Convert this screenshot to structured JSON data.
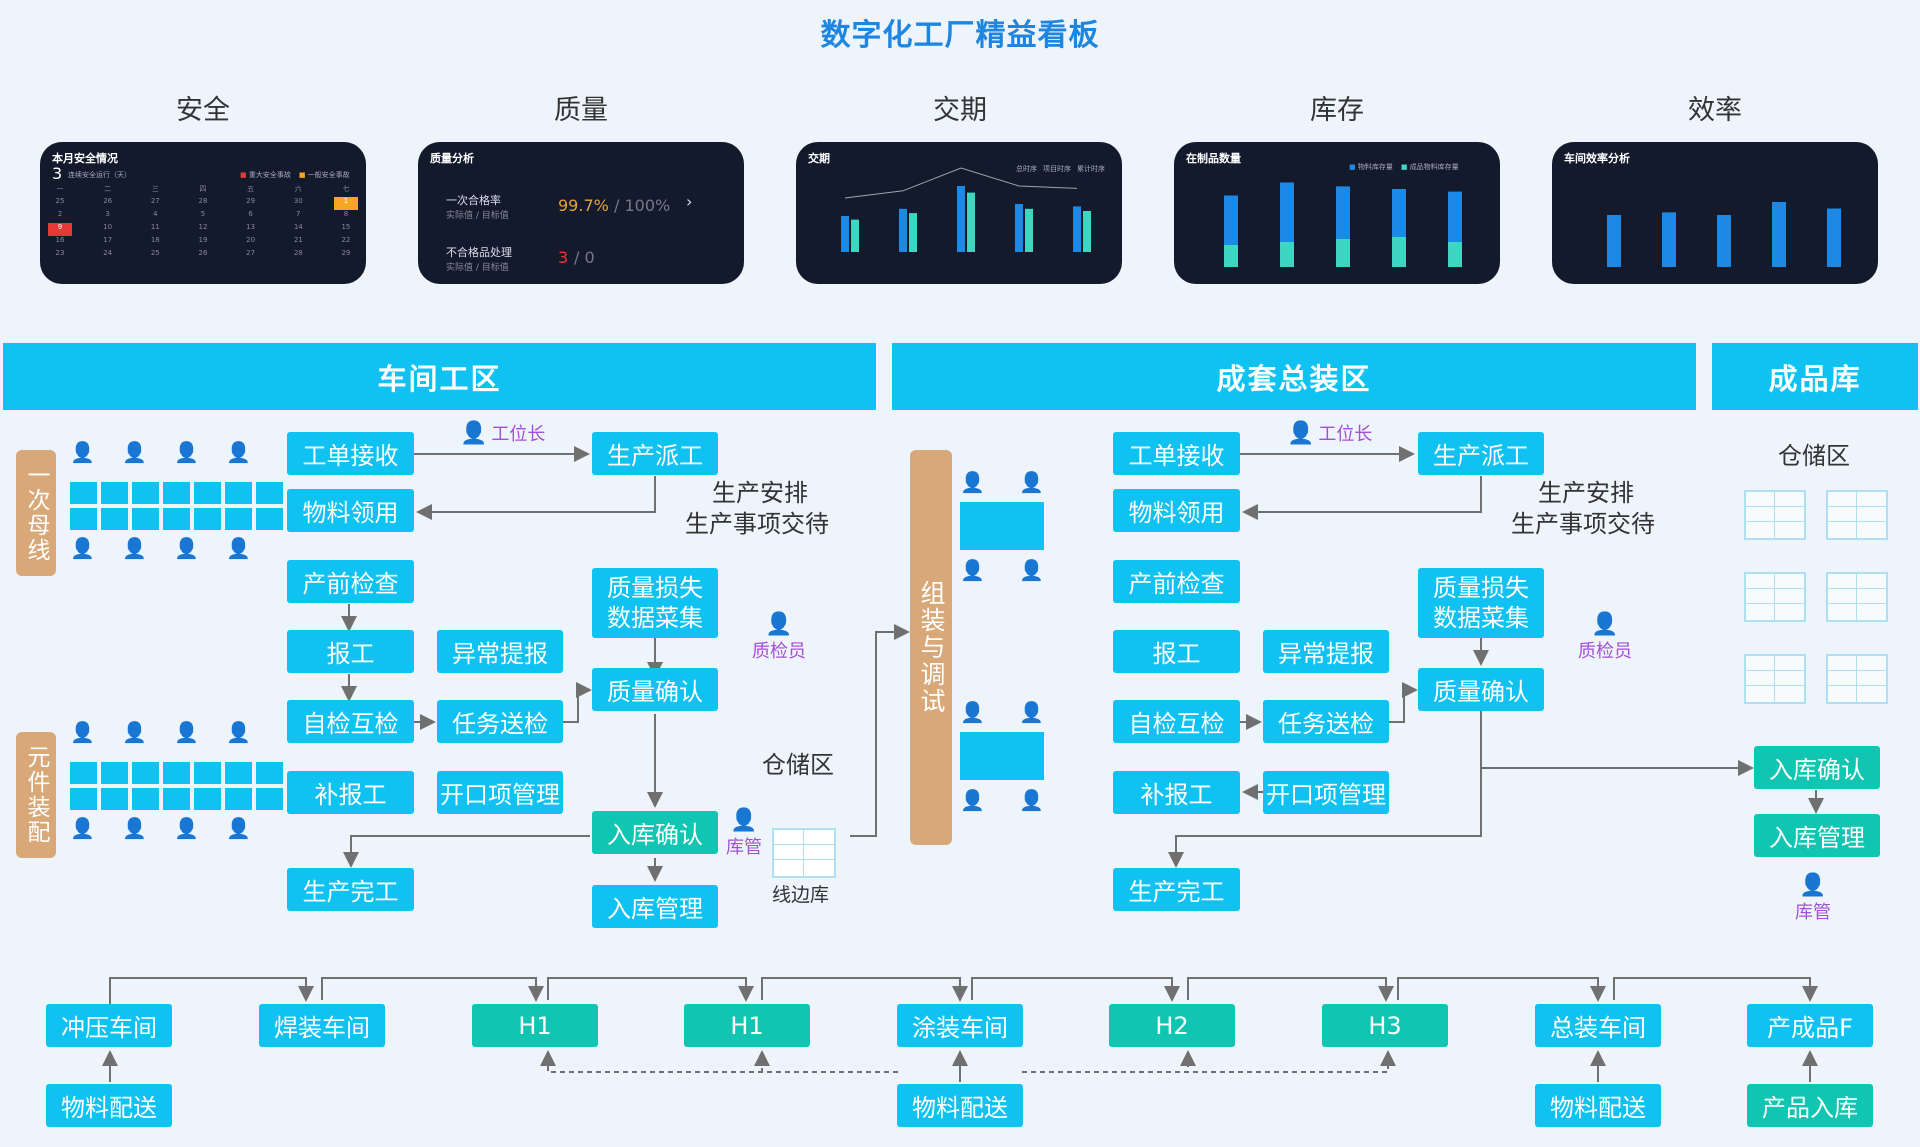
{
  "title": "数字化工厂精益看板",
  "sections": [
    "安全",
    "质量",
    "交期",
    "库存",
    "效率"
  ],
  "panels": {
    "safety": {
      "title": "本月安全情况",
      "count": "3",
      "count_note": "连续安全运行（天）",
      "legend": [
        "重大安全事故",
        "一般安全事故"
      ],
      "weekdays": [
        "一",
        "二",
        "三",
        "四",
        "五",
        "六",
        "七"
      ],
      "rows": [
        [
          "25",
          "26",
          "27",
          "28",
          "29",
          "30",
          "1"
        ],
        [
          "2",
          "3",
          "4",
          "5",
          "6",
          "7",
          "8"
        ],
        [
          "9",
          "10",
          "11",
          "12",
          "13",
          "14",
          "15"
        ],
        [
          "16",
          "17",
          "18",
          "19",
          "20",
          "21",
          "22"
        ],
        [
          "23",
          "24",
          "25",
          "26",
          "27",
          "28",
          "29"
        ]
      ]
    },
    "quality": {
      "title": "质量分析",
      "r1_label": "一次合格率",
      "r1_sub": "实际值 / 目标值",
      "r1_value": "99.7%",
      "r1_target": "/ 100%",
      "r2_label": "不合格品处理",
      "r2_sub": "实际值 / 目标值",
      "r2_value": "3",
      "r2_target": "/ 0"
    },
    "delivery": {
      "title": "交期",
      "legend": [
        "总时序",
        "项目时序",
        "累计时序"
      ],
      "values": [
        30,
        36,
        55,
        40,
        38
      ]
    },
    "inventory": {
      "title": "在制品数量",
      "legend": [
        "物料库存量",
        "成品物料库存量"
      ],
      "values": [
        [
          55,
          22
        ],
        [
          65,
          25
        ],
        [
          62,
          28
        ],
        [
          60,
          30
        ],
        [
          58,
          25
        ]
      ]
    },
    "efficiency": {
      "title": "车间效率分析",
      "values": [
        40,
        42,
        40,
        50,
        45
      ]
    }
  },
  "areas": {
    "workshop": "车间工区",
    "assembly": "成套总装区",
    "finished": "成品库"
  },
  "workshop": {
    "line1": "一次母线",
    "line2": "元件装配",
    "nodes": {
      "order": "工单接收",
      "dispatch": "生产派工",
      "material": "物料领用",
      "precheck": "产前检查",
      "report": "报工",
      "exception": "异常提报",
      "loss": "质量损失数据菜集",
      "selfcheck": "自检互检",
      "send": "任务送检",
      "confirm": "质量确认",
      "rereport": "补报工",
      "openitem": "开口项管理",
      "instock": "入库确认",
      "complete": "生产完工",
      "stockmgmt": "入库管理"
    },
    "foreman": "工位长",
    "plan1": "生产安排",
    "plan2": "生产事项交待",
    "inspector": "质检员",
    "storage": "仓储区",
    "keeper": "库管",
    "lineside": "线边库"
  },
  "assembly_vert": "组装与调试",
  "assembly": {
    "nodes": {
      "order": "工单接收",
      "dispatch": "生产派工",
      "material": "物料领用",
      "precheck": "产前检查",
      "report": "报工",
      "exception": "异常提报",
      "loss": "质量损失数据菜集",
      "selfcheck": "自检互检",
      "send": "任务送检",
      "confirm": "质量确认",
      "rereport": "补报工",
      "openitem": "开口项管理",
      "complete": "生产完工"
    },
    "foreman": "工位长",
    "plan1": "生产安排",
    "plan2": "生产事项交待",
    "inspector": "质检员"
  },
  "finished": {
    "storage": "仓储区",
    "instock": "入库确认",
    "stockmgmt": "入库管理",
    "keeper": "库管"
  },
  "flow": {
    "stamping": "冲压车间",
    "welding": "焊装车间",
    "h1a": "H1",
    "h1b": "H1",
    "painting": "涂装车间",
    "h2": "H2",
    "h3": "H3",
    "final": "总装车间",
    "product": "产成品F",
    "dist1": "物料配送",
    "dist2": "物料配送",
    "dist3": "物料配送",
    "prodin": "产品入库"
  },
  "colors": {
    "cyan": "#10c2f2",
    "green": "#10c5b2",
    "tan": "#d8a878",
    "purple": "#a450d6",
    "title": "#1f86e0",
    "panel": "#131a2c"
  }
}
